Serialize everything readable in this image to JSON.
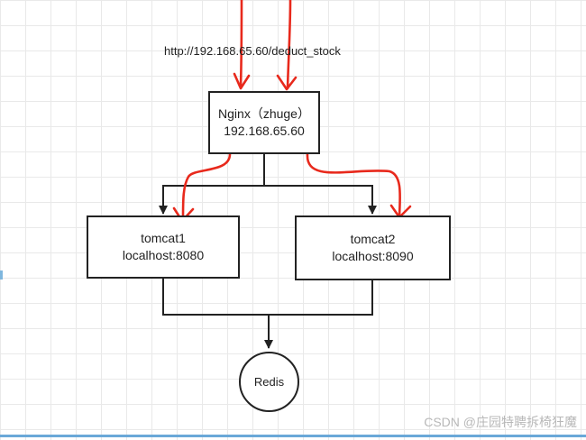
{
  "request_url": "http://192.168.65.60/deduct_stock",
  "nodes": {
    "nginx": {
      "title": "Nginx（zhuge）",
      "address": "192.168.65.60"
    },
    "tomcat1": {
      "title": "tomcat1",
      "address": "localhost:8080"
    },
    "tomcat2": {
      "title": "tomcat2",
      "address": "localhost:8090"
    },
    "redis": {
      "title": "Redis"
    }
  },
  "watermark": "CSDN @庄园特聘拆椅狂魔",
  "colors": {
    "line": "#222222",
    "annotation": "#e8291c",
    "grid": "#e9e9e9"
  }
}
